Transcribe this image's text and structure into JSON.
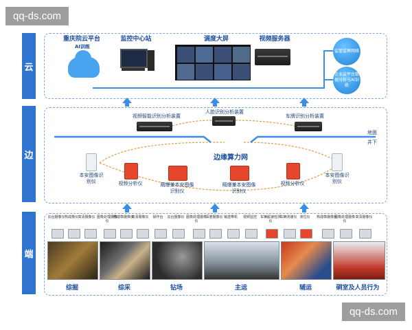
{
  "watermark": "qq-ds.com",
  "rows": {
    "cloud": "云",
    "edge": "边",
    "end": "端"
  },
  "cloud": {
    "platform_name": "重庆院云平台",
    "platform_sub": "AI训练",
    "monitor_center": "监控中心站",
    "dispatch_screen": "调度大屏",
    "video_server": "视频服务器",
    "regulator_net": "监管监察网络",
    "enterprise_cloud": "企业云平台数据分析与AI训练"
  },
  "edge": {
    "device_video": "视频智能识别分析装置",
    "device_face": "人脸识别分析装置",
    "device_plate": "车牌识别分析装置",
    "ground": "地面",
    "underground": "井下",
    "network": "边缘算力网",
    "left_recognizer": "本安图像识别仪",
    "left_analyzer": "视频分析仪",
    "left_explosion": "隔爆兼本安图像识别仪",
    "right_explosion": "隔爆兼本安图像识别仪",
    "right_analyzer": "视频分析仪",
    "right_recognizer": "本安图像识别仪"
  },
  "end": {
    "devices": [
      "云台摄像仪",
      "热成像仪",
      "高清摄像仪",
      "图像处理摄像仪",
      "热成像摄像仪",
      "高清摄像仪",
      "操作台",
      "云台摄像仪",
      "图像处理摄像仪",
      "深度摄像仪",
      "输送带机",
      "视频监控",
      "车辆超速检测仪",
      "车辆测速仪",
      "液位仪",
      "热成像摄像仪",
      "图像处理摄像仪",
      "高清摄像仪"
    ],
    "categories": [
      "综掘",
      "综采",
      "钻场",
      "主运",
      "辅运",
      "硐室及人员行为"
    ]
  }
}
